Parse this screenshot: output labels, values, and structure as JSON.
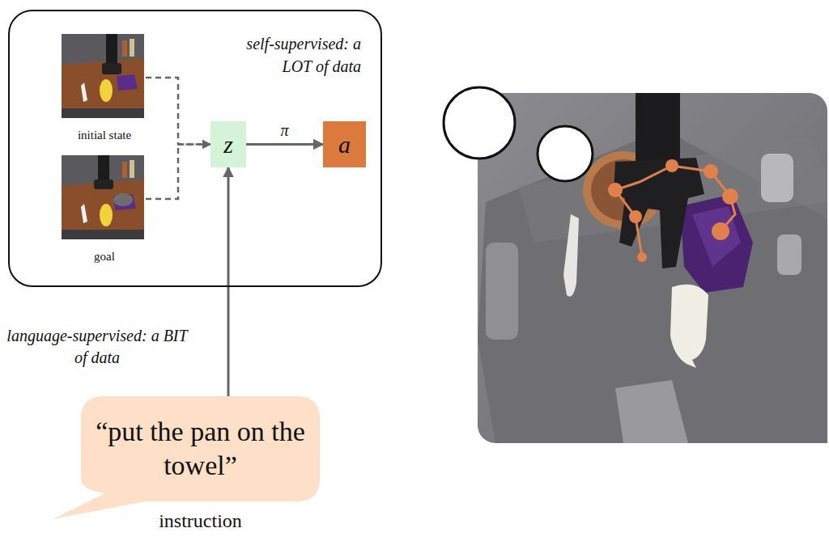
{
  "diagram": {
    "nodes": [
      {
        "text": [
          "self-supervised: a LOT of data"
        ]
      },
      {
        "text": [
          "initial state"
        ],
        "in": 0
      },
      {
        "text": [
          "goal"
        ],
        "in": 0
      },
      {
        "text": [
          "z"
        ],
        "in": 0
      },
      {
        "text": [
          "a"
        ],
        "in": 0
      },
      {
        "text": [
          "“put the pan on the towel”",
          "instruction"
        ]
      }
    ],
    "edges": [
      {
        "from": 1,
        "to": 3,
        "arrow": "to"
      },
      {
        "from": 2,
        "to": 3,
        "arrow": "to"
      },
      {
        "from": 3,
        "to": 4,
        "label": "π",
        "arrow": "to"
      },
      {
        "from": 5,
        "to": 3,
        "arrow": "to"
      }
    ],
    "labels": [
      "language-supervised: a BIT of data"
    ]
  }
}
